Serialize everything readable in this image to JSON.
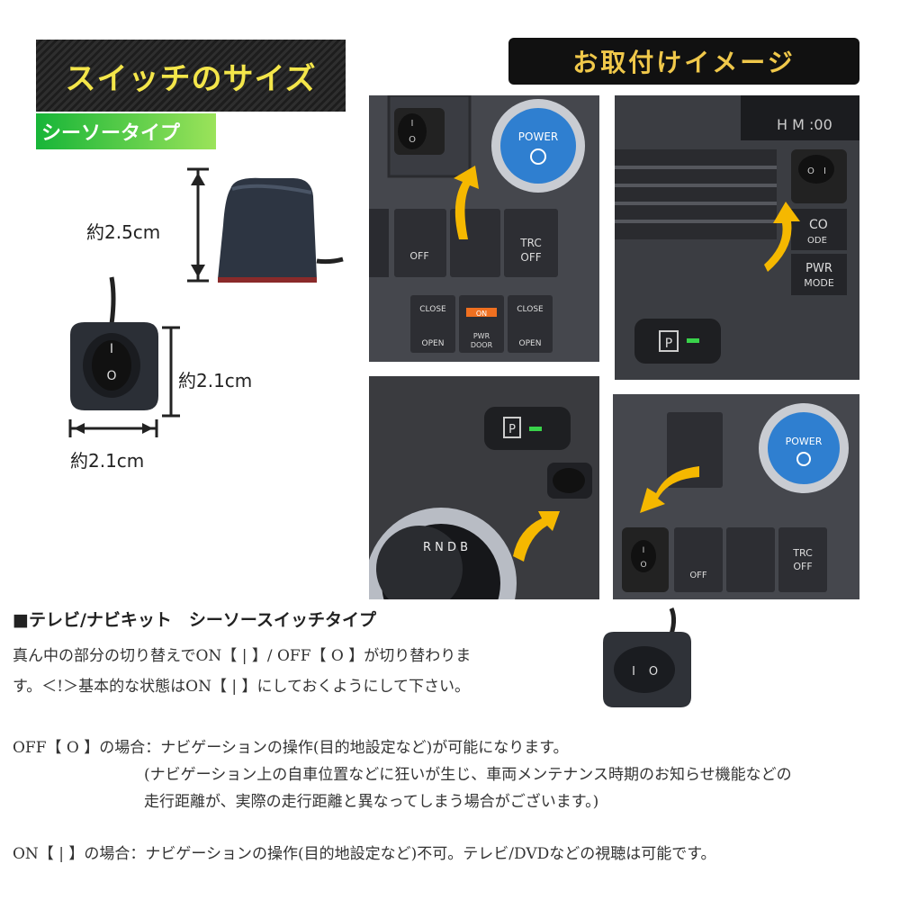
{
  "header": {
    "size_title": "スイッチのサイズ",
    "seesaw_label": "シーソータイプ",
    "install_title": "お取付けイメージ"
  },
  "dimensions": {
    "height": "約2.5cm",
    "depth": "約2.1cm",
    "width": "約2.1cm"
  },
  "switch_symbols": {
    "on": "I",
    "off": "O"
  },
  "dash_buttons": {
    "power": "POWER",
    "trc": "TRC",
    "off": "OFF",
    "close": "CLOSE",
    "open": "OPEN",
    "on": "ON",
    "pwr": "PWR",
    "door": "DOOR",
    "eco": "CO",
    "mode": "ODE",
    "pwr_mode_1": "PWR",
    "pwr_mode_2": "MODE",
    "park": "P",
    "clock": "H   M  :00",
    "gear": "R N D B"
  },
  "section": {
    "title": "■テレビ/ナビキット　シーソースイッチタイプ",
    "intro_line1": "真ん中の部分の切り替えでON【 | 】/ OFF【 O 】が切り替わりま",
    "intro_line2": "す。＜!＞基本的な状態はON【 | 】にしておくようにして下さい。",
    "off_line": "OFF【 O 】の場合：ナビゲーションの操作(目的地設定など)が可能になります。",
    "off_note1": "(ナビゲーション上の自車位置などに狂いが生じ、車両メンテナンス時期のお知らせ機能などの",
    "off_note2": "走行距離が、実際の走行距離と異なってしまう場合がございます。)",
    "on_line": "ON【 | 】の場合：ナビゲーションの操作(目的地設定など)不可。テレビ/DVDなどの視聴は可能です。"
  },
  "colors": {
    "size_title": "#f4e64a",
    "install_title": "#f0c84a",
    "seesaw_bg": "#17b538",
    "arrow": "#f5b800",
    "power_blue": "#2f7fd0"
  }
}
